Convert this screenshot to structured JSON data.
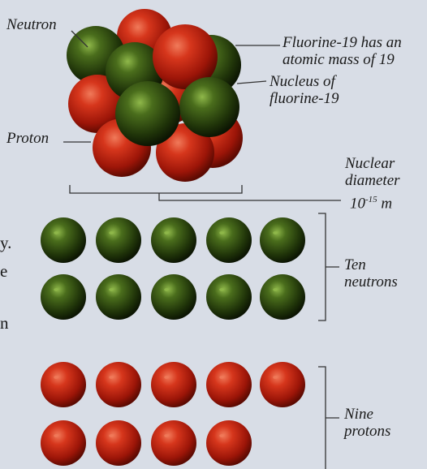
{
  "labels": {
    "neutron": "Neutron",
    "proton": "Proton",
    "atomic_mass": "Fluorine-19 has an\natomic mass of 19",
    "nucleus": "Nucleus of\nfluorine-19",
    "diameter": "Nuclear\ndiameter",
    "diameter_value": "10",
    "diameter_exp": "-15",
    "diameter_unit": " m",
    "ten_neutrons": "Ten\nneutrons",
    "nine_protons": "Nine\nprotons"
  },
  "text_fragments": [
    "y.",
    "e",
    "n"
  ],
  "counts": {
    "neutrons": 10,
    "protons": 9
  },
  "colors": {
    "neutron": "#3e5a12",
    "neutron_highlight": "#8fb84a",
    "proton": "#c02412",
    "proton_highlight": "#f07a5a",
    "line": "#333333",
    "background": "#d8dde6"
  }
}
